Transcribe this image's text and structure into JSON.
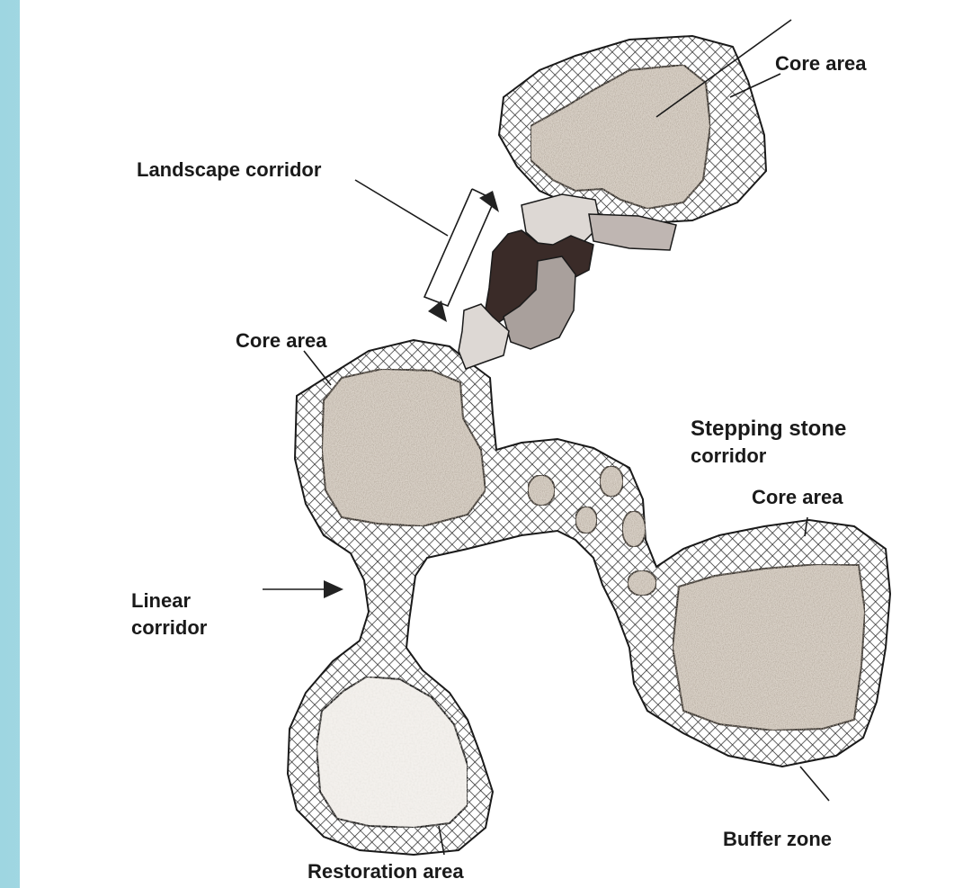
{
  "diagram": {
    "labels": {
      "core_area_top": "Core area",
      "landscape_corridor": "Landscape corridor",
      "core_area_left": "Core area",
      "stepping_stone_line1": "Stepping stone",
      "stepping_stone_line2": "corridor",
      "core_area_right": "Core area",
      "linear_corridor_line1": "Linear",
      "linear_corridor_line2": "corridor",
      "buffer_zone": "Buffer zone",
      "restoration_area": "Restoration area"
    }
  }
}
